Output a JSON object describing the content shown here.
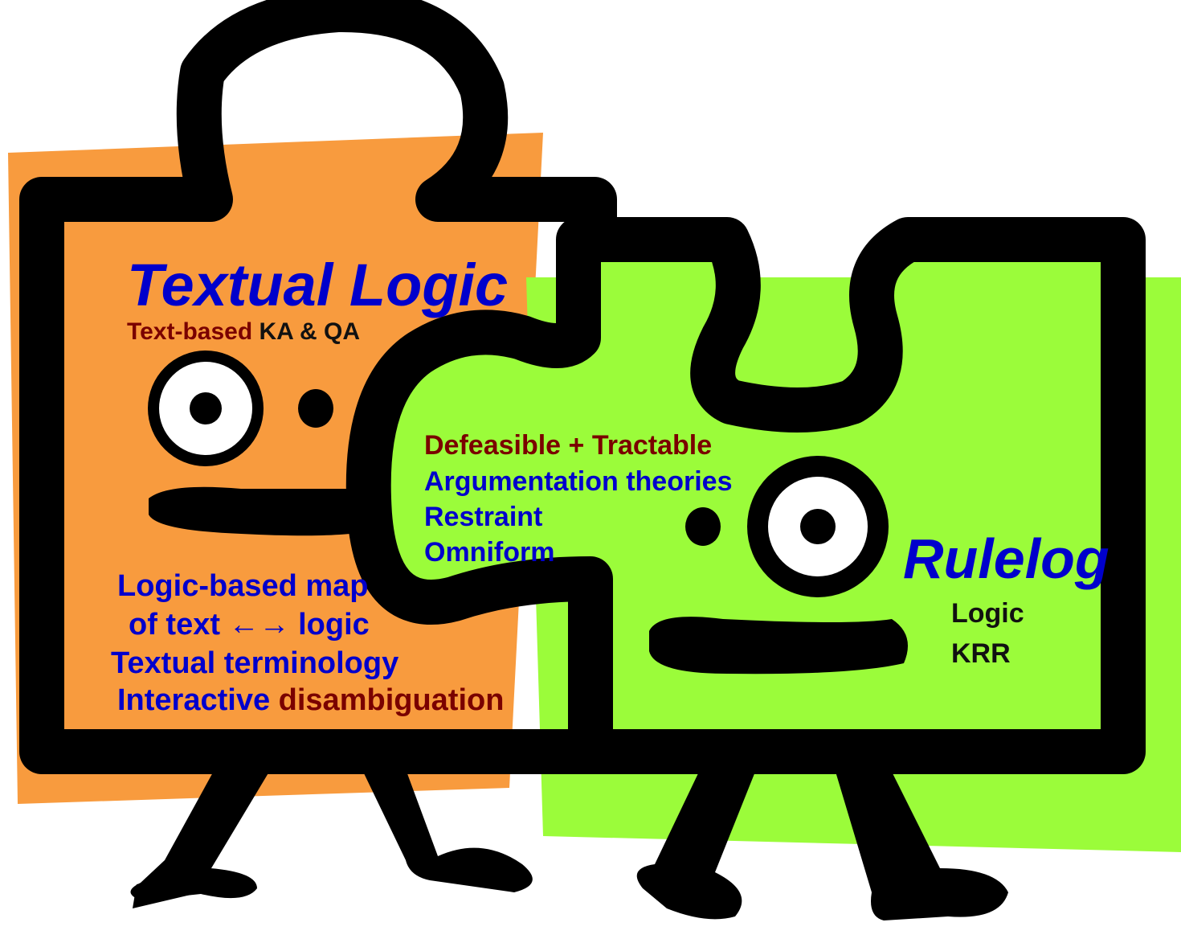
{
  "colors": {
    "orange": "#f89b3e",
    "green": "#9bfc3a",
    "outline": "#000000",
    "blue": "#0000cc",
    "darkred": "#7a0000",
    "black": "#111111",
    "eye": "#ffffff"
  },
  "left_piece": {
    "title": "Textual Logic",
    "subtitle_red": "Text-based",
    "subtitle_black": "KA & QA",
    "lines": [
      {
        "text": "Logic-based map",
        "color": "blue"
      },
      {
        "text": "of text ←→ logic",
        "color": "blue"
      },
      {
        "text": "Textual terminology",
        "color": "blue"
      }
    ],
    "last_line_blue": "Interactive",
    "last_line_red": "disambiguation"
  },
  "middle": {
    "line1": "Defeasible + Tractable",
    "line2": "Argumentation theories",
    "line3": "Restraint",
    "line4": "Omniform"
  },
  "right_piece": {
    "title": "Rulelog",
    "line1": "Logic",
    "line2": "KRR"
  },
  "icons": [
    "puzzle-piece-left-icon",
    "puzzle-piece-right-icon",
    "eye-icon"
  ]
}
